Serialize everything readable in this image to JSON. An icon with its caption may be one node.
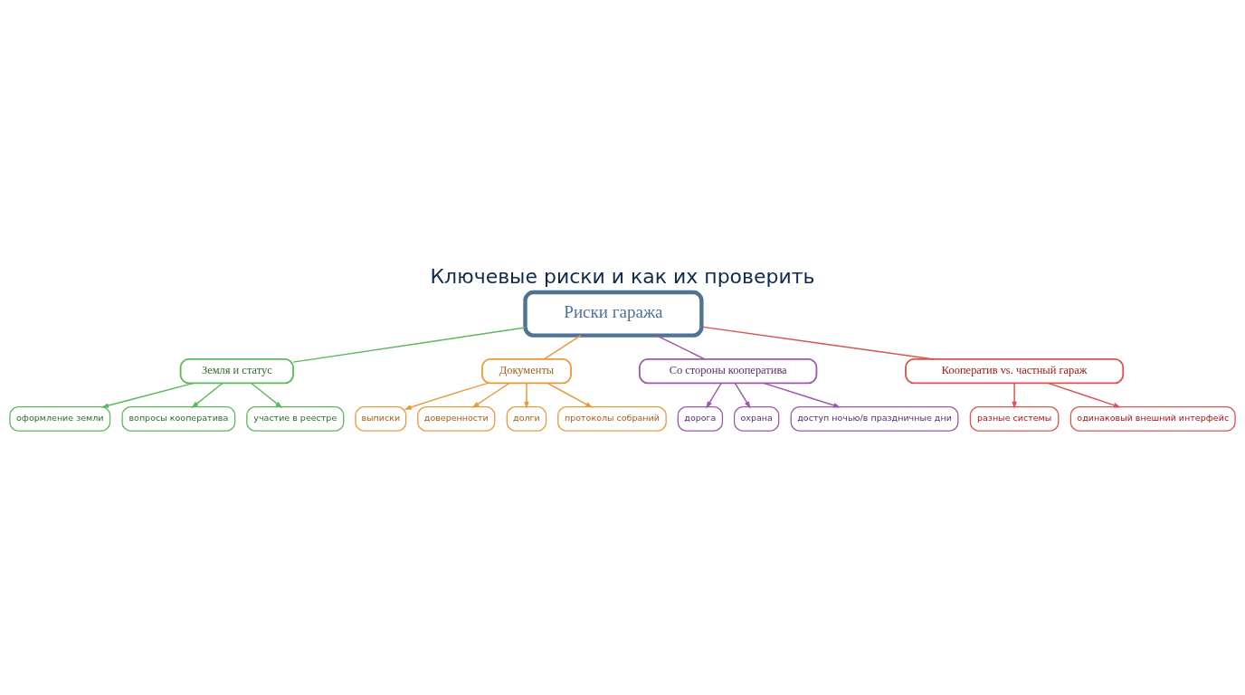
{
  "diagram": {
    "title": "Ключевые риски и как их проверить",
    "nodes": [
      {
        "text": [
          "Земля и статус"
        ]
      },
      {
        "text": [
          "оформление земли"
        ]
      },
      {
        "text": [
          "вопросы кооператива"
        ]
      },
      {
        "text": [
          "участие в реестре"
        ]
      },
      {
        "text": [
          "Документы"
        ]
      },
      {
        "text": [
          "выписки"
        ]
      },
      {
        "text": [
          "доверенности"
        ]
      },
      {
        "text": [
          "долги"
        ]
      },
      {
        "text": [
          "протоколы собраний"
        ]
      },
      {
        "text": [
          "Риски гаража"
        ]
      },
      {
        "text": [
          "Со стороны кооператива"
        ]
      },
      {
        "text": [
          "дорога"
        ]
      },
      {
        "text": [
          "охрана"
        ]
      },
      {
        "text": [
          "доступ ночью/в праздничные дни"
        ]
      },
      {
        "text": [
          "Кооператив vs. частный гараж"
        ]
      },
      {
        "text": [
          "разные системы"
        ]
      },
      {
        "text": [
          "одинаковый внешний интерфейс"
        ]
      }
    ],
    "edges": [
      {
        "from": 9,
        "to": 0,
        "arrow": "none",
        "color": "#5cb85c"
      },
      {
        "from": 0,
        "to": 1,
        "arrow": "to",
        "color": "#5cb85c"
      },
      {
        "from": 0,
        "to": 2,
        "arrow": "to",
        "color": "#5cb85c"
      },
      {
        "from": 0,
        "to": 3,
        "arrow": "to",
        "color": "#5cb85c"
      },
      {
        "from": 9,
        "to": 4,
        "arrow": "none",
        "color": "#e89a3c"
      },
      {
        "from": 4,
        "to": 5,
        "arrow": "to",
        "color": "#e89a3c"
      },
      {
        "from": 4,
        "to": 6,
        "arrow": "to",
        "color": "#e89a3c"
      },
      {
        "from": 4,
        "to": 7,
        "arrow": "to",
        "color": "#e89a3c"
      },
      {
        "from": 4,
        "to": 8,
        "arrow": "to",
        "color": "#e89a3c"
      },
      {
        "from": 9,
        "to": 10,
        "arrow": "none",
        "color": "#9b59a8"
      },
      {
        "from": 10,
        "to": 11,
        "arrow": "to",
        "color": "#9b59a8"
      },
      {
        "from": 10,
        "to": 12,
        "arrow": "to",
        "color": "#9b59a8"
      },
      {
        "from": 10,
        "to": 13,
        "arrow": "to",
        "color": "#9b59a8"
      },
      {
        "from": 9,
        "to": 14,
        "arrow": "none",
        "color": "#d9534f"
      },
      {
        "from": 14,
        "to": 15,
        "arrow": "to",
        "color": "#d9534f"
      },
      {
        "from": 14,
        "to": 16,
        "arrow": "to",
        "color": "#d9534f"
      }
    ]
  }
}
